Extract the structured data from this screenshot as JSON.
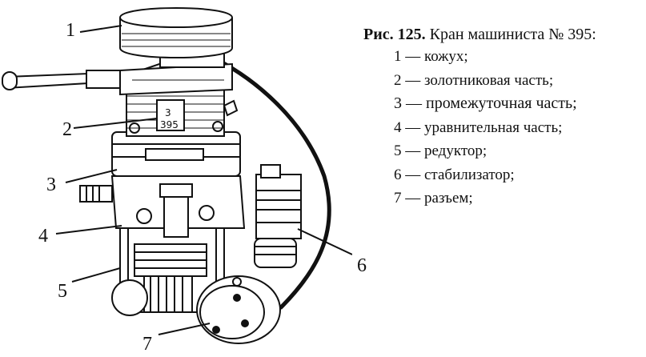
{
  "figure": {
    "callouts": [
      "1",
      "2",
      "3",
      "4",
      "5",
      "6",
      "7"
    ],
    "plate_text": [
      "3",
      "395"
    ]
  },
  "caption": {
    "label": "Рис. 125.",
    "title": "Кран машиниста № 395:",
    "items": [
      {
        "num": "1",
        "text": "— кожух;"
      },
      {
        "num": "2",
        "text": "— золотниковая часть;"
      },
      {
        "num": "3",
        "text": "— промежуточная часть;"
      },
      {
        "num": "4",
        "text": "— уравнительная часть;"
      },
      {
        "num": "5",
        "text": "— редуктор;"
      },
      {
        "num": "6",
        "text": "— стабилизатор;"
      },
      {
        "num": "7",
        "text": "— разъем;"
      }
    ]
  }
}
